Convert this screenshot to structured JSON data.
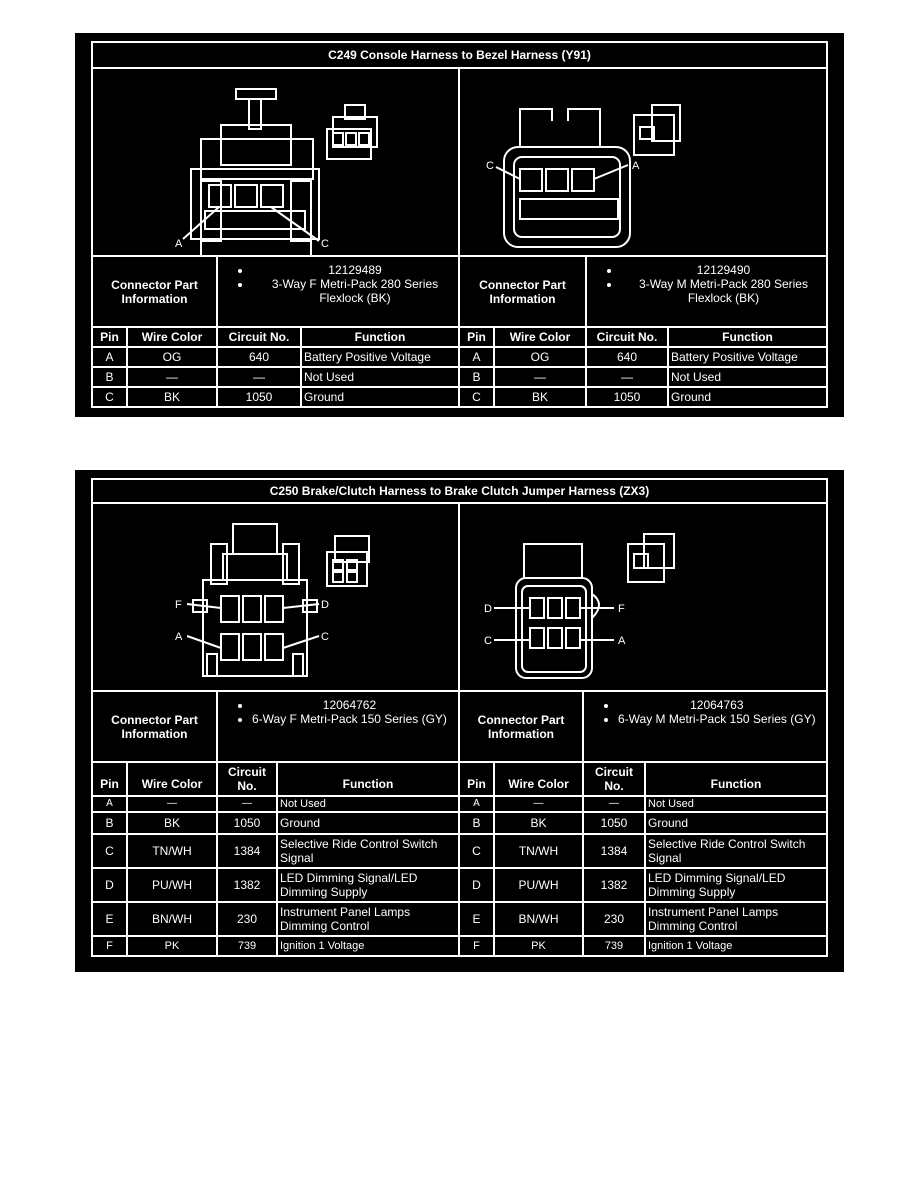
{
  "c249": {
    "title": "C249 Console Harness to Bezel Harness (Y91)",
    "left": {
      "pins": [
        "A",
        "C"
      ],
      "part_label": "Connector Part Information",
      "part_items": [
        "12129489",
        "3-Way F Metri-Pack 280 Series Flexlock (BK)"
      ]
    },
    "right": {
      "pins": [
        "C",
        "A"
      ],
      "part_label": "Connector Part Information",
      "part_items": [
        "12129490",
        "3-Way M Metri-Pack 280 Series Flexlock (BK)"
      ]
    },
    "headers": [
      "Pin",
      "Wire Color",
      "Circuit No.",
      "Function"
    ],
    "rows": [
      [
        "A",
        "OG",
        "640",
        "Battery Positive Voltage"
      ],
      [
        "B",
        "—",
        "—",
        "Not Used"
      ],
      [
        "C",
        "BK",
        "1050",
        "Ground"
      ]
    ]
  },
  "c250": {
    "title": "C250 Brake/Clutch Harness to Brake Clutch Jumper Harness (ZX3)",
    "left": {
      "pins": [
        "F",
        "D",
        "A",
        "C"
      ],
      "part_label": "Connector Part Information",
      "part_items": [
        "12064762",
        "6-Way F Metri-Pack 150 Series (GY)"
      ]
    },
    "right": {
      "pins": [
        "D",
        "F",
        "C",
        "A"
      ],
      "part_label": "Connector Part Information",
      "part_items": [
        "12064763",
        "6-Way M Metri-Pack 150 Series (GY)"
      ]
    },
    "headers": [
      "Pin",
      "Wire Color",
      "Circuit No.",
      "Function"
    ],
    "rows": [
      [
        "A",
        "—",
        "—",
        "Not Used"
      ],
      [
        "B",
        "BK",
        "1050",
        "Ground"
      ],
      [
        "C",
        "TN/WH",
        "1384",
        "Selective Ride Control Switch Signal"
      ],
      [
        "D",
        "PU/WH",
        "1382",
        "LED Dimming Signal/LED Dimming Supply"
      ],
      [
        "E",
        "BN/WH",
        "230",
        "Instrument Panel Lamps Dimming Control"
      ],
      [
        "F",
        "PK",
        "739",
        "Ignition 1 Voltage"
      ]
    ]
  }
}
